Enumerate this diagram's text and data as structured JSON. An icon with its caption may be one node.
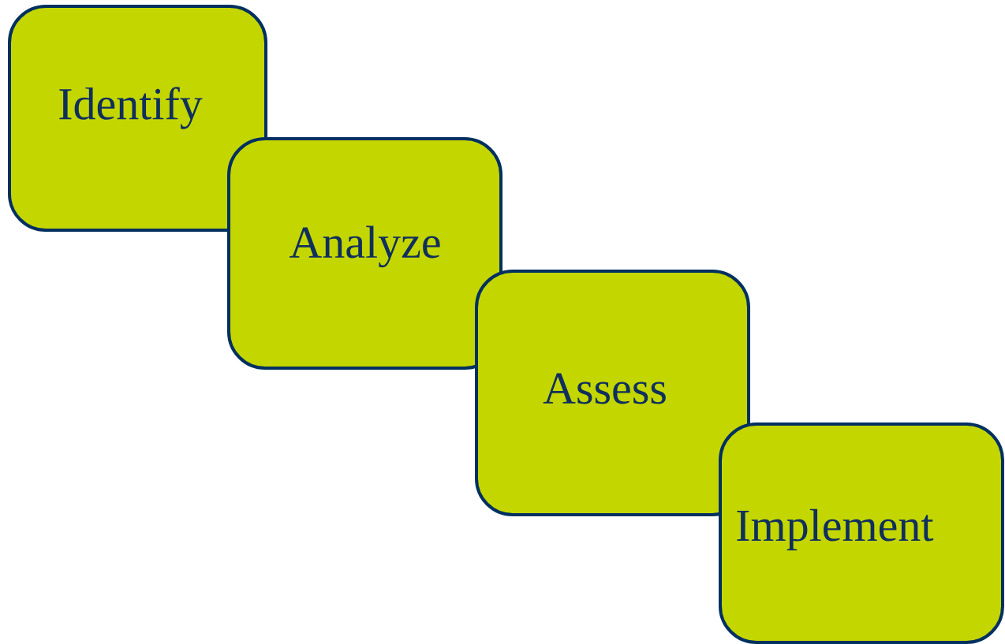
{
  "diagram": {
    "nodes": [
      {
        "text": [
          "Identify"
        ]
      },
      {
        "text": [
          "Analyze"
        ]
      },
      {
        "text": [
          "Assess"
        ]
      },
      {
        "text": [
          "Implement"
        ]
      }
    ]
  }
}
